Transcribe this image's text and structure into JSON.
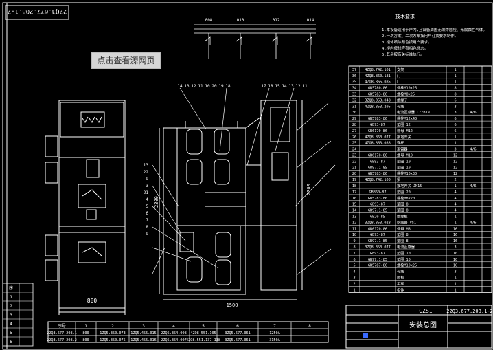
{
  "colors": {
    "bg": "#000000",
    "line": "#ffffff",
    "accent": "#3a6bff",
    "tooltip_bg": "#d6d6d6"
  },
  "drawing_code": "22Q3.677.208.1-2",
  "tooltip": "点击查看源网页",
  "schematic_labels": [
    "008",
    "010",
    "012",
    "014"
  ],
  "callouts_top": [
    "14",
    "13",
    "12",
    "11",
    "10",
    "20",
    "19",
    "18",
    "17",
    "18",
    "15",
    "14",
    "13",
    "12",
    "11"
  ],
  "callouts_left": [
    "13",
    "22",
    "9",
    "3",
    "21",
    "4",
    "5",
    "6",
    "7",
    "8",
    "9"
  ],
  "dims": {
    "front_height": "2300",
    "front_width": "800",
    "side_width": "1500",
    "depth": "1500",
    "height_right": "2300"
  },
  "notes": [
    "技术要求",
    "1.本设备适用于户内,且设备周围无爆炸危险、无腐蚀性气体。",
    "2.一次方案、二次方案按用户订货要求制作。",
    "3.柜体喷涂颜色按用户要求。",
    "4.柜内母线应有相色标志。",
    "5.其余按有关标准执行。"
  ],
  "bom": [
    [
      "37",
      "4ZQ8.742.101",
      "支架",
      "1",
      ""
    ],
    [
      "36",
      "4ZQ8.860.181",
      "门",
      "1",
      ""
    ],
    [
      "35",
      "4ZQ8.865.085",
      "门",
      "1",
      ""
    ],
    [
      "34",
      "GB5780-86",
      "螺栓M10x25",
      "8",
      ""
    ],
    [
      "33",
      "GB5783-86",
      "螺栓M8x25",
      "8",
      ""
    ],
    [
      "32",
      "3ZQ8.353.048",
      "绝缘子",
      "6",
      ""
    ],
    [
      "31",
      "4ZQ8.353.205",
      "母线",
      "3",
      ""
    ],
    [
      "30",
      "",
      "电流互感器 LZZBJ9",
      "3",
      "4/6"
    ],
    [
      "29",
      "GB5783-86",
      "螺栓M12x40",
      "6",
      ""
    ],
    [
      "28",
      "GB93-87",
      "垫圈 12",
      "6",
      ""
    ],
    [
      "27",
      "GB6170-86",
      "螺母 M12",
      "6",
      ""
    ],
    [
      "26",
      "4ZQ8.863.077",
      "接地开关",
      "1",
      ""
    ],
    [
      "25",
      "4ZQ8.863.088",
      "连杆",
      "1",
      ""
    ],
    [
      "24",
      "",
      "避雷器",
      "3",
      "4/6"
    ],
    [
      "23",
      "GB6170-86",
      "螺母 M10",
      "12",
      ""
    ],
    [
      "22",
      "GB93-87",
      "垫圈 10",
      "12",
      ""
    ],
    [
      "21",
      "GB97.1-85",
      "垫圈 10",
      "12",
      ""
    ],
    [
      "20",
      "GB5783-86",
      "螺栓M10x30",
      "12",
      ""
    ],
    [
      "19",
      "4ZQ8.742.100",
      "梁",
      "2",
      ""
    ],
    [
      "18",
      "",
      "接地开关 JN15",
      "1",
      "4/6"
    ],
    [
      "17",
      "GB860-87",
      "垫圈 20",
      "4",
      ""
    ],
    [
      "16",
      "GB5783-86",
      "螺栓M8x20",
      "4",
      ""
    ],
    [
      "15",
      "GB93-87",
      "垫圈 8",
      "4",
      ""
    ],
    [
      "14",
      "GB97.1-85",
      "垫圈 8",
      "4",
      ""
    ],
    [
      "13",
      "GB20-85",
      "绝缘板",
      "1",
      ""
    ],
    [
      "12",
      "3ZQ8.353.028",
      "断路器 VS1",
      "1",
      "4/6"
    ],
    [
      "11",
      "GB6170-86",
      "螺母 M8",
      "16",
      ""
    ],
    [
      "10",
      "GB93-87",
      "垫圈 8",
      "16",
      ""
    ],
    [
      "9",
      "GB97.1-85",
      "垫圈 8",
      "16",
      ""
    ],
    [
      "8",
      "3ZQ8.353.077",
      "电流互感器",
      "3",
      ""
    ],
    [
      "7",
      "GB93-87",
      "垫圈 10",
      "10",
      ""
    ],
    [
      "6",
      "GB97.1-85",
      "垫圈 10",
      "10",
      ""
    ],
    [
      "5",
      "GB5787-86",
      "螺栓M10x25",
      "10",
      ""
    ],
    [
      "4",
      "",
      "母线",
      "3",
      ""
    ],
    [
      "3",
      "",
      "隔板",
      "1",
      ""
    ],
    [
      "2",
      "",
      "手车",
      "1",
      ""
    ],
    [
      "1",
      "",
      "柜体",
      "1",
      ""
    ]
  ],
  "title_block": {
    "code": "GZS1",
    "name": "安装总图",
    "drawing_no": "22Q3.677.208.1-2"
  },
  "bottom_table": {
    "header": [
      "序号",
      "1",
      "2",
      "3",
      "4",
      "5",
      "6",
      "7",
      "8"
    ],
    "rows": [
      [
        "22Q3.677.208.1",
        "800",
        "1ZQ5.350.073",
        "1ZQ5.455.015",
        "2ZQ5.354.008",
        "4ZQ8.551.105",
        "3ZQ5.677.061",
        "1250A"
      ],
      [
        "22Q3.677.208.2",
        "800",
        "1ZQ5.350.075",
        "1ZQ5.455.016",
        "2ZQ5.354.007",
        "4ZQ8.551.137-138",
        "3ZQ5.677.061",
        "3150A"
      ]
    ]
  },
  "left_strip": [
    "序",
    "1",
    "2",
    "3",
    "4",
    "5",
    "6"
  ]
}
